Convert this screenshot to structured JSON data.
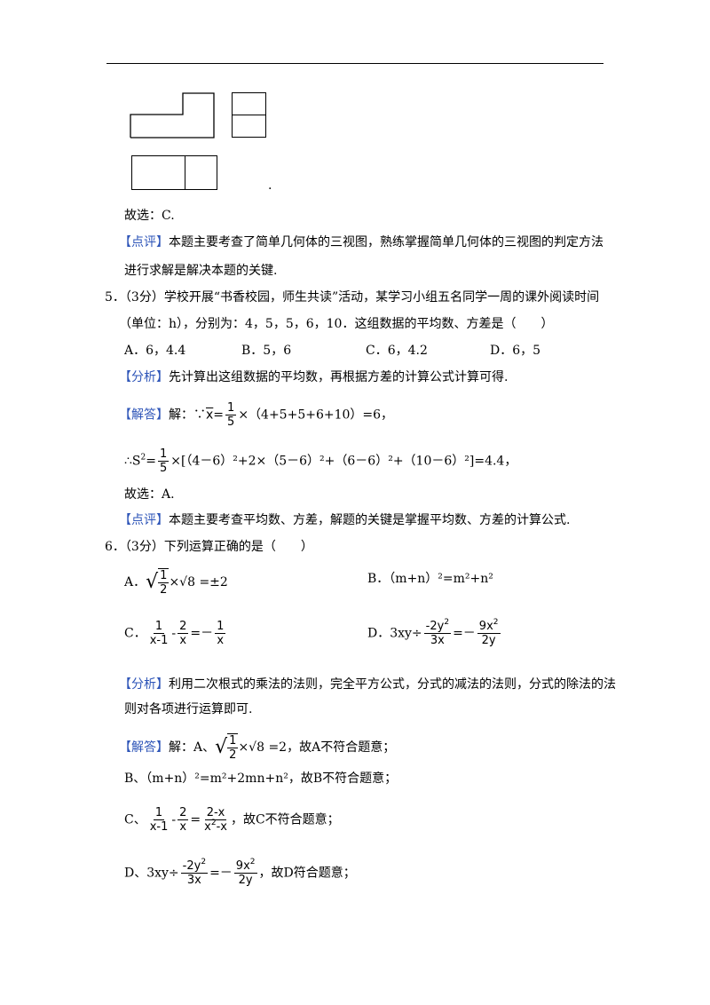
{
  "figure": {
    "dot": "."
  },
  "solution_prev": {
    "conclusion": "故选：C.",
    "comment_tag": "【点评】",
    "comment_1": "本题主要考查了简单几何体的三视图，熟练掌握简单几何体的三视图的判定方法",
    "comment_2": "进行求解是解决本题的关键."
  },
  "q5": {
    "stem_1": "5．（3分）学校开展“书香校园，师生共读”活动，某学习小组五名同学一周的课外阅读时间",
    "stem_2": "（单位：h），分别为：4，5，5，6，10．这组数据的平均数、方差是（　　）",
    "options": [
      "A．6，4.4",
      "B．5，6",
      "C．6，4.2",
      "D．6，5"
    ],
    "analysis_tag": "【分析】",
    "analysis": "先计算出这组数据的平均数，再根据方差的计算公式计算可得.",
    "answer_tag": "【解答】",
    "answer_prefix": "解：∵",
    "mean_var": "x",
    "frac_num": "1",
    "frac_den": "5",
    "mean_rest": "×（4+5+5+6+10）=6，",
    "var_prefix": "∴S",
    "var_exp": "2",
    "var_rest": "×[（4－6）²+2×（5－6）²+（6－6）²+（10－6）²]=4.4，",
    "conclusion": "故选：A.",
    "comment_tag": "【点评】",
    "comment": "本题主要考查平均数、方差，解题的关键是掌握平均数、方差的计算公式."
  },
  "q6": {
    "stem": "6．（3分）下列运算正确的是（　　）",
    "optA": {
      "label": "A．",
      "rest": "×√8 =±2"
    },
    "optB": {
      "label": "B．（m+n）²=m²+n²"
    },
    "optC": {
      "label": "C．",
      "rest": "=－"
    },
    "optD": {
      "label": "D．3xy÷",
      "rest": "=－"
    },
    "analysis_tag": "【分析】",
    "analysis_1": "利用二次根式的乘法的法则，完全平方公式，分式的减法的法则，分式的除法的法",
    "analysis_2": "则对各项进行运算即可.",
    "answer_tag": "【解答】",
    "ansA": "解：A、",
    "ansA_rest": "×√8 =2，故A不符合题意；",
    "ansB": "B、（m+n）²=m²+2mn+n²，故B不符合题意；",
    "ansC_prefix": "C、",
    "ansC_rest": "，故C不符合题意；",
    "ansD_prefix": "D、3xy÷",
    "ansD_rest": "，故D符合题意；"
  }
}
